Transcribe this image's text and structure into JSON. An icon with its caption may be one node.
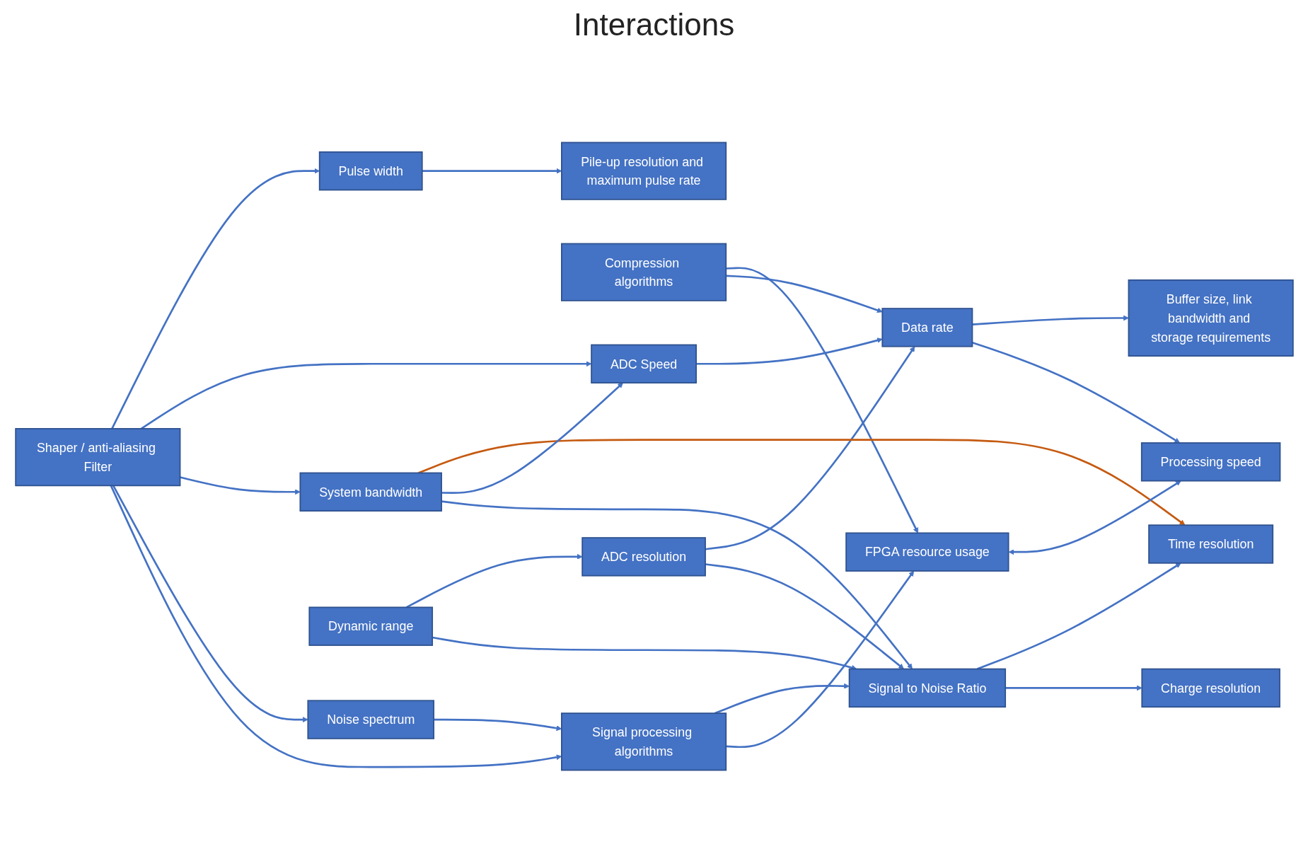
{
  "diagram": {
    "title": "Interactions",
    "nodes": [
      {
        "text": [
          "Buffer size, link bandwidth and storage requirements"
        ]
      },
      {
        "text": [
          "Compression algorithms"
        ]
      },
      {
        "text": [
          "Processing speed"
        ]
      },
      {
        "text": [
          "Pile-up resolution and maximum pulse rate"
        ]
      },
      {
        "text": [
          "Data rate"
        ]
      },
      {
        "text": [
          "Dynamic range"
        ]
      },
      {
        "text": [
          "ADC resolution"
        ]
      },
      {
        "text": [
          "Pulse width"
        ]
      },
      {
        "text": [
          "ADC Speed"
        ]
      },
      {
        "text": [
          "Shaper / anti-aliasing Filter"
        ]
      },
      {
        "text": [
          "System bandwidth"
        ]
      },
      {
        "text": [
          "Signal to Noise Ratio"
        ]
      },
      {
        "text": [
          "Time resolution"
        ]
      },
      {
        "text": [
          "Noise spectrum"
        ]
      },
      {
        "text": [
          "Signal processing algorithms"
        ]
      },
      {
        "text": [
          "Charge resolution"
        ]
      },
      {
        "text": [
          "FPGA resource usage"
        ]
      }
    ],
    "edges": [
      {
        "from": 1,
        "to": 16,
        "arrow": "to"
      },
      {
        "from": 1,
        "to": 4,
        "arrow": "to"
      },
      {
        "from": 4,
        "to": 0,
        "arrow": "to"
      },
      {
        "from": 4,
        "to": 2,
        "arrow": "to"
      },
      {
        "from": 6,
        "to": 4,
        "arrow": "to"
      },
      {
        "from": 5,
        "to": 6,
        "arrow": "to"
      },
      {
        "from": 5,
        "to": 11,
        "arrow": "to"
      },
      {
        "from": 6,
        "to": 11,
        "arrow": "to"
      },
      {
        "from": 10,
        "to": 12,
        "arrow": "to",
        "color": "#c55a11"
      },
      {
        "from": 16,
        "to": 2,
        "arrow": "both"
      },
      {
        "from": 7,
        "to": 3,
        "arrow": "to"
      },
      {
        "from": 9,
        "to": 7,
        "arrow": "to"
      },
      {
        "from": 9,
        "to": 8,
        "arrow": "to"
      },
      {
        "from": 9,
        "to": 10,
        "arrow": "to"
      },
      {
        "from": 9,
        "to": 13,
        "arrow": "to"
      },
      {
        "from": 9,
        "to": 14,
        "arrow": "to"
      },
      {
        "from": 8,
        "to": 4,
        "arrow": "to"
      },
      {
        "from": 10,
        "to": 8,
        "arrow": "to"
      },
      {
        "from": 10,
        "to": 11,
        "arrow": "to"
      },
      {
        "from": 11,
        "to": 12,
        "arrow": "to"
      },
      {
        "from": 11,
        "to": 15,
        "arrow": "to"
      },
      {
        "from": 14,
        "to": 11,
        "arrow": "to"
      },
      {
        "from": 13,
        "to": 14,
        "arrow": "to"
      },
      {
        "from": 14,
        "to": 16,
        "arrow": "to"
      }
    ]
  }
}
